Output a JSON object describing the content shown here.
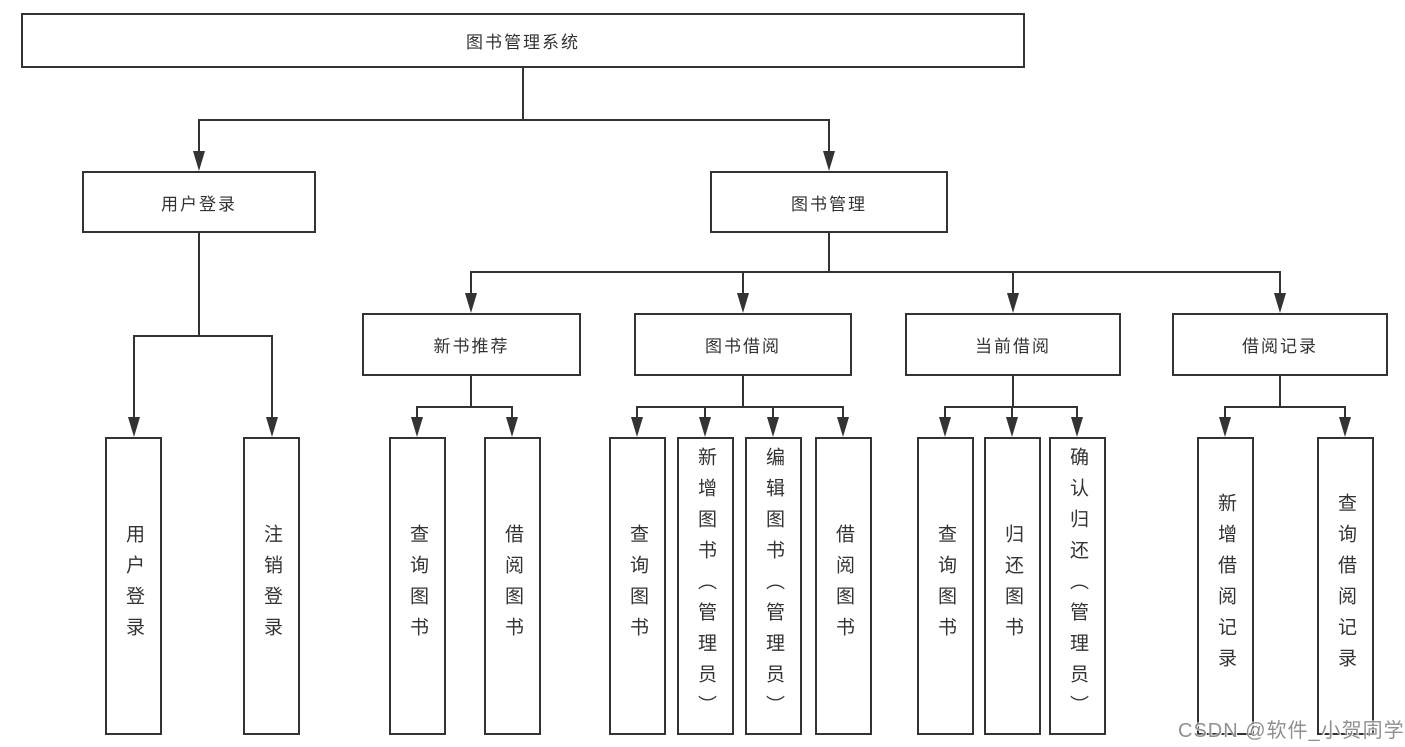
{
  "diagram": {
    "root": {
      "label": "图书管理系统"
    },
    "level2": {
      "user_login": {
        "label": "用户登录"
      },
      "book_mgmt": {
        "label": "图书管理"
      }
    },
    "level3": {
      "new_book_rec": {
        "label": "新书推荐"
      },
      "book_borrow": {
        "label": "图书借阅"
      },
      "current_borrow": {
        "label": "当前借阅"
      },
      "borrow_record": {
        "label": "借阅记录"
      }
    },
    "leaves": [
      {
        "label": "用户登录",
        "parent": "用户登录"
      },
      {
        "label": "注销登录",
        "parent": "用户登录"
      },
      {
        "label": "查询图书",
        "parent": "新书推荐"
      },
      {
        "label": "借阅图书",
        "parent": "新书推荐"
      },
      {
        "label": "查询图书",
        "parent": "图书借阅"
      },
      {
        "label": "新增图书（管理员）",
        "parent": "图书借阅"
      },
      {
        "label": "编辑图书（管理员）",
        "parent": "图书借阅"
      },
      {
        "label": "借阅图书",
        "parent": "图书借阅"
      },
      {
        "label": "查询图书",
        "parent": "当前借阅"
      },
      {
        "label": "归还图书",
        "parent": "当前借阅"
      },
      {
        "label": "确认归还（管理员）",
        "parent": "当前借阅"
      },
      {
        "label": "新增借阅记录",
        "parent": "借阅记录"
      },
      {
        "label": "查询借阅记录",
        "parent": "借阅记录"
      }
    ],
    "colors": {
      "line": "#333333",
      "box_border": "#333333",
      "text": "#333333",
      "watermark": "#878787"
    }
  },
  "watermark": {
    "text": "CSDN @软件_小贺同学"
  }
}
